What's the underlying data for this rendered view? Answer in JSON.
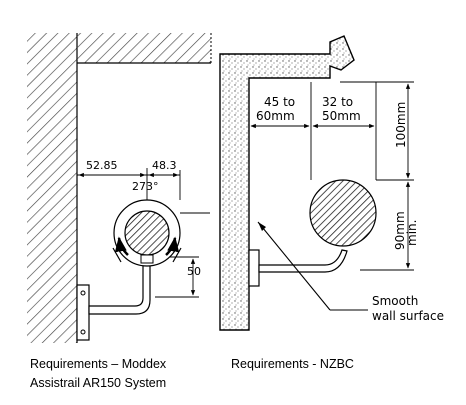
{
  "left_diagram": {
    "dims": {
      "wall_offset": "52.85",
      "diameter": "48.3",
      "angle": "273°",
      "height": "50"
    }
  },
  "right_diagram": {
    "dims": {
      "gap": "45 to\n60mm",
      "diameter": "32 to\n50mm",
      "above": "100mm",
      "below": "90mm\nmin."
    },
    "callout": "Smooth\nwall surface"
  },
  "captions": {
    "left_line1": "Requirements – Moddex",
    "left_line2": "Assistrail AR150 System",
    "right": "Requirements - NZBC"
  }
}
